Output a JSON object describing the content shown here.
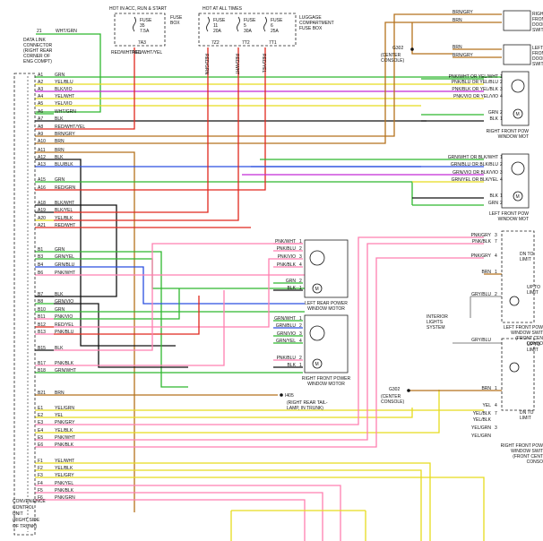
{
  "header": {
    "hot_acc": "HOT IN ACC, RUN & START",
    "hot_all": "HOT AT ALL TIMES",
    "fuse_box_1": "FUSE",
    "fuse_box_2": "BOX",
    "lug_1": "LUGGAGE",
    "lug_2": "COMPARTMENT",
    "lug_3": "FUSE BOX"
  },
  "fuses": [
    {
      "l1": "FUSE",
      "l2": "35",
      "l3": "7.5A",
      "pin": "7A3",
      "wire": "RED/WHT/YEL"
    },
    {
      "l1": "FUSE",
      "l2": "11",
      "l3": "20A",
      "pin": "7Z2",
      "wire": "RED/GRN"
    },
    {
      "l1": "FUSE",
      "l2": "5",
      "l3": "30A",
      "pin": "7T2",
      "wire": "RED/WHT"
    },
    {
      "l1": "FUSE",
      "l2": "6",
      "l3": "25A",
      "pin": "7T1",
      "wire": "RED/YEL"
    }
  ],
  "dlc": {
    "pin": "21",
    "wire": "WHT/GRN",
    "label": [
      "DATA LINK",
      "CONNECTOR",
      "(RIGHT REAR",
      "CORNER OF",
      "ENG COMPT)"
    ]
  },
  "ccu_label": [
    "CONVENIENCE",
    "CONTROL",
    "UNIT",
    "(RIGHT SIDE",
    "OF TRUNK)"
  ],
  "ccu_pins": [
    {
      "pin": "A1",
      "wire": "GRN"
    },
    {
      "pin": "A2",
      "wire": "YEL/BLU"
    },
    {
      "pin": "A3",
      "wire": "BLK/VIO"
    },
    {
      "pin": "A4",
      "wire": "YEL/WHT"
    },
    {
      "pin": "A5",
      "wire": "YEL/VIO"
    },
    {
      "pin": "A6",
      "wire": "WHT/GRN"
    },
    {
      "pin": "A7",
      "wire": "BLK"
    },
    {
      "pin": "A8",
      "wire": "RED/WHT/YEL"
    },
    {
      "pin": "A9",
      "wire": "BRN/GRY"
    },
    {
      "pin": "A10",
      "wire": "BRN"
    },
    {
      "pin": "A11",
      "wire": "BRN"
    },
    {
      "pin": "A12",
      "wire": "BLK"
    },
    {
      "pin": "A13",
      "wire": "BLU/BLK"
    },
    {
      "pin": "A15",
      "wire": "GRN"
    },
    {
      "pin": "A16",
      "wire": "RED/GRN"
    },
    {
      "pin": "A18",
      "wire": "BLK/WHT"
    },
    {
      "pin": "A19",
      "wire": "BLK/YEL"
    },
    {
      "pin": "A20",
      "wire": "YEL/BLK"
    },
    {
      "pin": "A21",
      "wire": "RED/WHT"
    },
    {
      "pin": "B1",
      "wire": "GRN"
    },
    {
      "pin": "B3",
      "wire": "GRN/YEL"
    },
    {
      "pin": "B4",
      "wire": "GRN/BLU"
    },
    {
      "pin": "B6",
      "wire": "PNK/WHT"
    },
    {
      "pin": "B7",
      "wire": "BLK"
    },
    {
      "pin": "B8",
      "wire": "GRN/VIO"
    },
    {
      "pin": "B10",
      "wire": "GRN"
    },
    {
      "pin": "B11",
      "wire": "PNK/VIO"
    },
    {
      "pin": "B12",
      "wire": "RED/YEL"
    },
    {
      "pin": "B13",
      "wire": "PNK/BLU"
    },
    {
      "pin": "B15",
      "wire": "BLK"
    },
    {
      "pin": "B17",
      "wire": "PNK/BLK"
    },
    {
      "pin": "B18",
      "wire": "GRN/WHT"
    },
    {
      "pin": "B21",
      "wire": "BRN"
    },
    {
      "pin": "E1",
      "wire": "YEL/GRN"
    },
    {
      "pin": "E2",
      "wire": "YEL"
    },
    {
      "pin": "E3",
      "wire": "PNK/GRY"
    },
    {
      "pin": "E4",
      "wire": "YEL/BLK"
    },
    {
      "pin": "E5",
      "wire": "PNK/WHT"
    },
    {
      "pin": "E6",
      "wire": "PNK/BLK"
    },
    {
      "pin": "F1",
      "wire": "YEL/WHT"
    },
    {
      "pin": "F2",
      "wire": "YEL/BLK"
    },
    {
      "pin": "F3",
      "wire": "YEL/GRY"
    },
    {
      "pin": "F4",
      "wire": "PNK/YEL"
    },
    {
      "pin": "F5",
      "wire": "PNK/BLK"
    },
    {
      "pin": "F6",
      "wire": "PNK/GRN"
    }
  ],
  "door_switch": {
    "top_wires": [
      "BRN/GRY",
      "BRN",
      "BRN",
      "BRN/GRY"
    ],
    "ground": "G302",
    "ground_label": [
      "(CENTER",
      "CONSOLE)"
    ],
    "right_label": [
      "RIGH",
      "FRON",
      "DOOR",
      "SWIT"
    ],
    "left_label": [
      "LEFT",
      "FRON",
      "DOOR",
      "SWIT"
    ]
  },
  "rr_front_motor": {
    "wires": [
      "PNK/WHT OR YEL/WHT",
      "PNK/BLU OR YEL/BLU",
      "PNK/BLK OR YEL/BLK",
      "PNK/VIO OR YEL/VIO",
      "GRN",
      "BLK"
    ],
    "pins": [
      "1",
      "2",
      "3",
      "4",
      "2",
      "1"
    ],
    "label": [
      "RIGHT FRONT POW",
      "WINDOW MOT"
    ]
  },
  "lf_front_motor": {
    "wires": [
      "GRN/WHT OR BLK/WHT",
      "GRN/BLU OR BLK/BLU",
      "GRN/VIO OR BLK/VIO",
      "GRN/YEL OR BLK/YEL",
      "BLK",
      "GRN"
    ],
    "pins": [
      "1",
      "2",
      "3",
      "4",
      "1",
      "2"
    ],
    "label": [
      "LEFT FRONT POW",
      "WINDOW MOT"
    ]
  },
  "left_rear_motor": {
    "wires": [
      "PNK/WHT",
      "PNK/BLU",
      "PNK/VIO",
      "PNK/BLK",
      "GRN",
      "BLK"
    ],
    "pins": [
      "1",
      "2",
      "3",
      "4",
      "2",
      "1"
    ],
    "label": [
      "LEFT REAR POWER",
      "WINDOW MOTOR"
    ]
  },
  "right_rear_motor": {
    "wires": [
      "GRN/WHT",
      "GRN/BLU",
      "GRN/VIO",
      "GRN/YEL",
      "PNK/BLU",
      "BLK"
    ],
    "pins": [
      "1",
      "2",
      "3",
      "4",
      "2",
      "1"
    ],
    "label": [
      "RIGHT FRONT POWER",
      "WINDOW MOTOR"
    ]
  },
  "tail_lamp": {
    "code": "I405",
    "label": [
      "(RIGHT REAR TAIL-",
      "LAMP, IN TRUNK)"
    ]
  },
  "lf_switch": {
    "wires": [
      "PNK/GRY",
      "PNK/BLK",
      "PNK/GRY",
      "BRN",
      "GRY/BLU"
    ],
    "pins": [
      "3",
      "7",
      "4",
      "1",
      "2"
    ],
    "dn": [
      "DN TO",
      "LIMIT"
    ],
    "up": [
      "UP TO",
      "LIMIT"
    ],
    "label": [
      "LEFT FRONT POW",
      "WINDOW SWIT",
      "(FRONT CEN",
      "CONSO"
    ]
  },
  "interior": {
    "label": [
      "INTERIOR",
      "LIGHTS",
      "SYSTEM"
    ],
    "wire": "GRY/BLU"
  },
  "rf_switch": {
    "ground": "G302",
    "ground_label": [
      "(CENTER",
      "CONSOLE)"
    ],
    "wires": [
      "BRN",
      "YEL",
      "YEL/BLK",
      "YEL/BLK",
      "YEL/GRN",
      "YEL/GRN"
    ],
    "pins": [
      "1",
      "4",
      "7",
      "",
      "3",
      ""
    ],
    "up": [
      "UP TO",
      "LIMIT"
    ],
    "dn": [
      "DN TO",
      "LIMIT"
    ],
    "label": [
      "RIGHT FRONT POW",
      "WINDOW SWIT",
      "(FRONT CENT",
      "CONSO"
    ]
  },
  "colors": {
    "grn": "#2fb82f",
    "yel": "#e6dc1e",
    "blu": "#2a4fe0",
    "vio": "#c42ad6",
    "brn": "#b5721c",
    "red": "#e0281e",
    "pnk": "#ff7fb0",
    "blk": "#111111",
    "gry": "#9a9a9a",
    "wht": "#bfbfbf"
  }
}
